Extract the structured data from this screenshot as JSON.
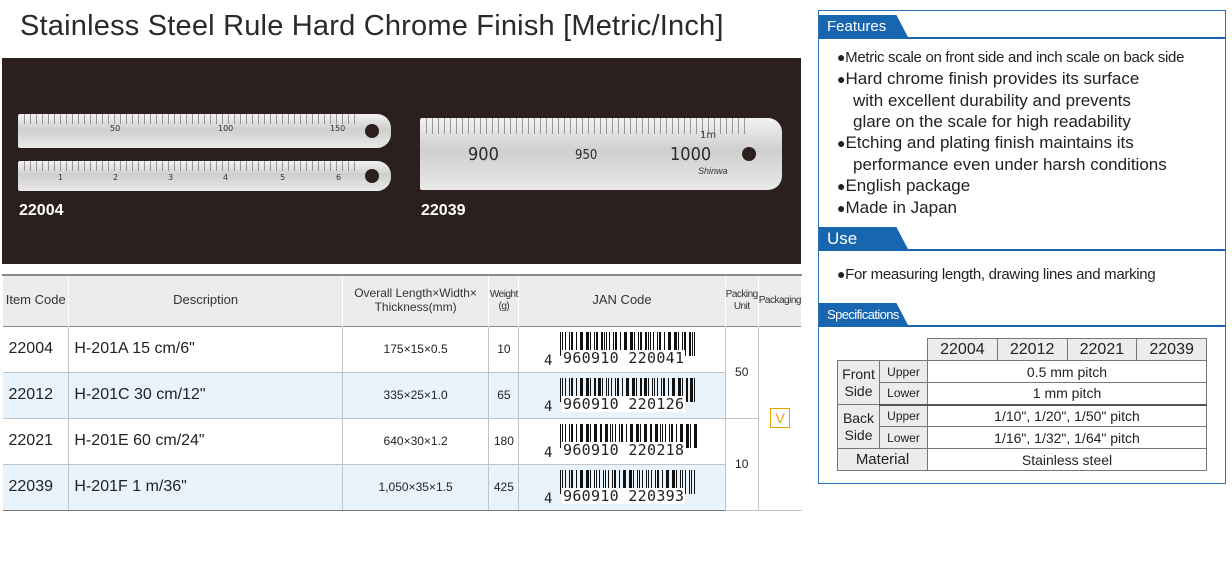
{
  "title": "Stainless Steel Rule Hard Chrome Finish [Metric/Inch]",
  "photo": {
    "label_left": "22004",
    "label_right": "22039",
    "ruler_small_numbers": [
      "50",
      "100",
      "150"
    ],
    "ruler_inch_numbers": [
      "1",
      "2",
      "3",
      "4",
      "5",
      "6"
    ],
    "ruler_big_numbers": [
      "900",
      "950",
      "1000"
    ],
    "ruler_unit": "1m",
    "ruler_logo": "Shinwa"
  },
  "product_table": {
    "headers": {
      "item_code": "Item Code",
      "description": "Description",
      "dimensions": "Overall Length×Width× Thickness(mm)",
      "weight": "Weight (g)",
      "jan": "JAN Code",
      "packing_unit": "Packing Unit",
      "packaging": "Packaging"
    },
    "rows": [
      {
        "code": "22004",
        "description": "H-201A 15 cm/6\"",
        "dims": "175×15×0.5",
        "weight": "10",
        "jan_first": "4",
        "jan_rest": "960910 220041"
      },
      {
        "code": "22012",
        "description": "H-201C 30 cm/12\"",
        "dims": "335×25×1.0",
        "weight": "65",
        "jan_first": "4",
        "jan_rest": "960910 220126"
      },
      {
        "code": "22021",
        "description": "H-201E 60 cm/24\"",
        "dims": "640×30×1.2",
        "weight": "180",
        "jan_first": "4",
        "jan_rest": "960910 220218"
      },
      {
        "code": "22039",
        "description": "H-201F 1 m/36\"",
        "dims": "1,050×35×1.5",
        "weight": "425",
        "jan_first": "4",
        "jan_rest": "960910 220393"
      }
    ],
    "packing_unit_group1": "50",
    "packing_unit_group2": "10",
    "packaging_mark": "V"
  },
  "features": {
    "heading": "Features",
    "bullet": "●",
    "items": [
      {
        "lines": [
          "Metric scale on front side and inch scale on back side"
        ]
      },
      {
        "lines": [
          "Hard chrome finish provides its surface",
          "with excellent durability and prevents",
          "glare on the scale for high readability"
        ]
      },
      {
        "lines": [
          "Etching and plating finish maintains its",
          "performance even under harsh conditions"
        ]
      },
      {
        "lines": [
          "English package"
        ]
      },
      {
        "lines": [
          "Made in Japan"
        ]
      }
    ]
  },
  "use": {
    "heading": "Use",
    "bullet": "●",
    "text": "For measuring length, drawing lines and marking"
  },
  "specifications": {
    "heading": "Specifications",
    "codes": [
      "22004",
      "22012",
      "22021",
      "22039"
    ],
    "front_side": "Front Side",
    "back_side": "Back Side",
    "upper": "Upper",
    "lower": "Lower",
    "front_upper": "0.5 mm pitch",
    "front_lower": "1 mm pitch",
    "back_upper": "1/10\", 1/20\", 1/50\" pitch",
    "back_lower": "1/16\", 1/32\", 1/64\" pitch",
    "material_label": "Material",
    "material_value": "Stainless steel"
  }
}
